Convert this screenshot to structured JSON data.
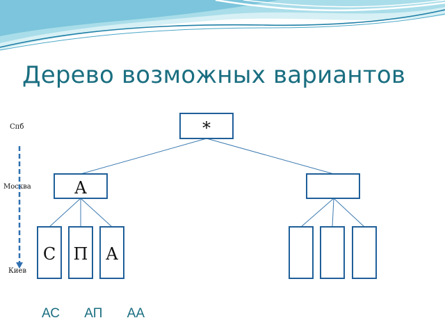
{
  "slide": {
    "title": "Дерево возможных вариантов",
    "side_labels": {
      "top": "Спб",
      "middle": "Москва",
      "bottom": "Киев"
    },
    "tree": {
      "root": "*",
      "level1": [
        "А",
        ""
      ],
      "level2_left": [
        "С",
        "П",
        "А"
      ],
      "level2_right": [
        "",
        "",
        ""
      ]
    },
    "combinations": [
      "АС",
      "АП",
      "АА"
    ]
  },
  "colors": {
    "title": "#1a6e80",
    "box_border": "#1f5f99",
    "connector": "#3c7ab0",
    "arrow": "#2f6fb0",
    "wave_dark": "#1f7fa6",
    "wave_light": "#bfe6ee"
  }
}
